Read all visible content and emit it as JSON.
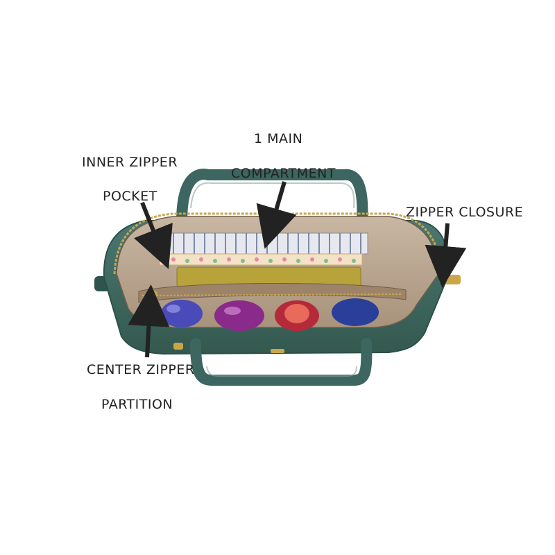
{
  "labels": {
    "main_compartment": {
      "line1": "1 MAIN",
      "line2": "COMPARTMENT"
    },
    "inner_zipper_pocket": {
      "line1": "INNER ZIPPER",
      "line2": "POCKET"
    },
    "zipper_closure": "ZIPPER CLOSURE",
    "center_zipper_partition": {
      "line1": "CENTER ZIPPER",
      "line2": "PARTITION"
    }
  },
  "colors": {
    "background": "#ffffff",
    "bag_body": "#3f6a63",
    "bag_dark": "#2c4f4a",
    "lining": "#b9a48e",
    "zipper_gold": "#c9a64a",
    "arrow": "#222222",
    "text": "#222222"
  }
}
